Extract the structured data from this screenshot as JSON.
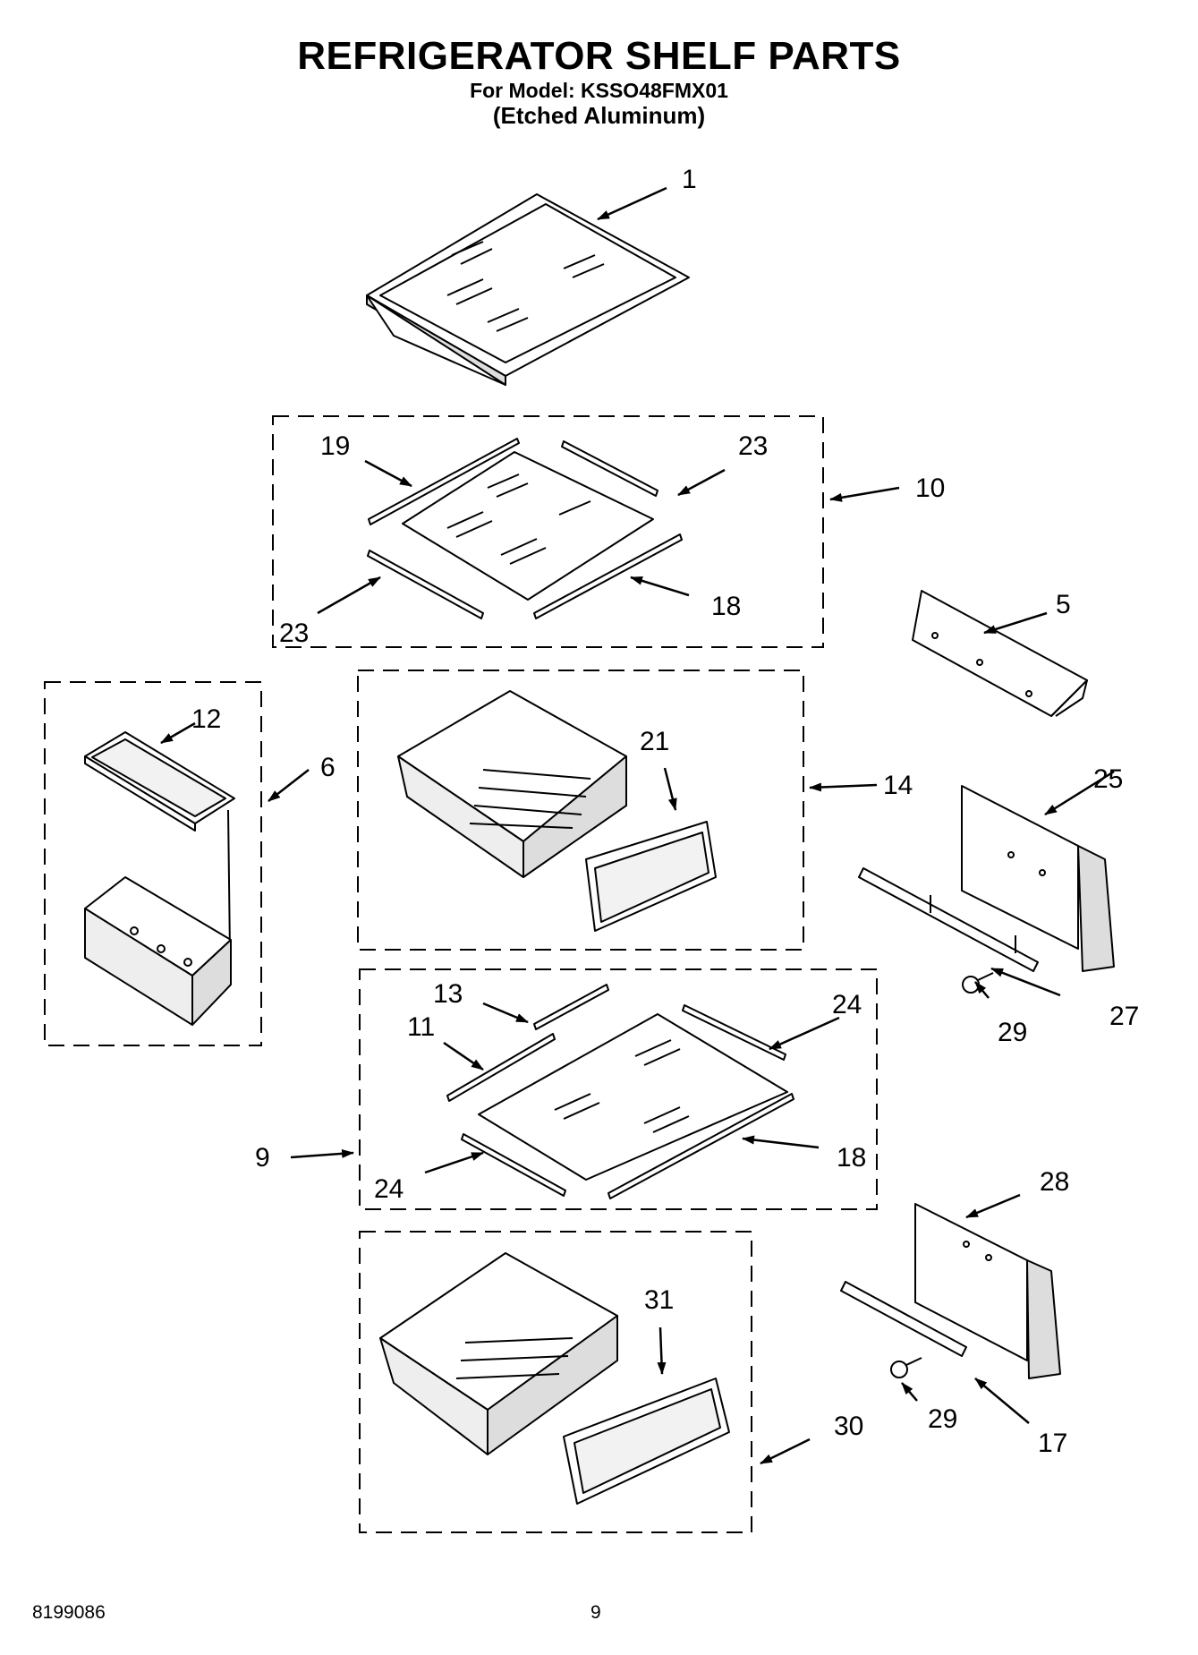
{
  "header": {
    "title": "REFRIGERATOR SHELF PARTS",
    "model_line": "For Model: KSSO48FMX01",
    "variant": "(Etched Aluminum)"
  },
  "callouts": {
    "c1": "1",
    "c5": "5",
    "c6": "6",
    "c9": "9",
    "c10": "10",
    "c11": "11",
    "c12": "12",
    "c13": "13",
    "c14": "14",
    "c17": "17",
    "c18a": "18",
    "c18b": "18",
    "c19": "19",
    "c21": "21",
    "c23a": "23",
    "c23b": "23",
    "c24a": "24",
    "c24b": "24",
    "c25": "25",
    "c27": "27",
    "c28": "28",
    "c29a": "29",
    "c29b": "29",
    "c30": "30",
    "c31": "31"
  },
  "footer": {
    "doc_number": "8199086",
    "page_number": "9"
  }
}
